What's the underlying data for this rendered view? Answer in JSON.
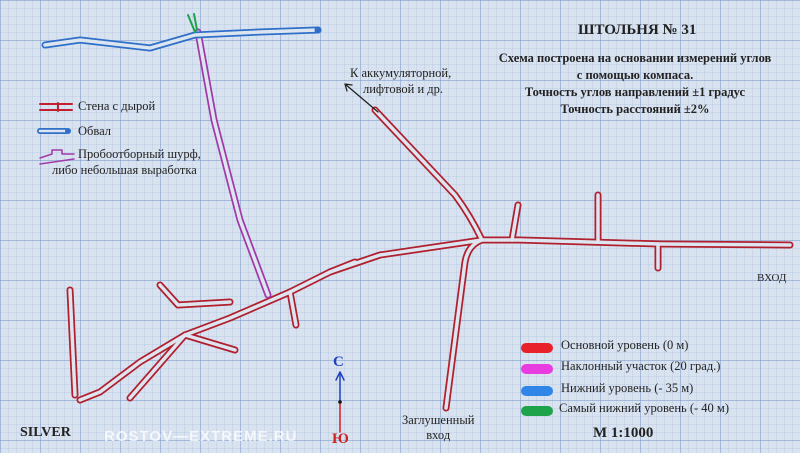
{
  "title": "ШТОЛЬНЯ № 31",
  "description": [
    "Схема построена на основании измерений углов",
    "с помощью компаса.",
    "Точность углов направлений ±1 градус",
    "Точность расстояний ±2%"
  ],
  "symbols_legend": [
    {
      "icon": "wall-with-hole-icon",
      "label": "Стена с дырой"
    },
    {
      "icon": "collapse-icon",
      "label": "Обвал"
    },
    {
      "icon": "test-pit-icon",
      "label": "Пробоотборный шурф,",
      "label2": "либо небольшая выработка"
    }
  ],
  "levels_legend": [
    {
      "color": "#e8202a",
      "label": "Основной уровень (0 м)"
    },
    {
      "color": "#e83ce0",
      "label": "Наклонный участок (20 град.)"
    },
    {
      "color": "#2f86e6",
      "label": "Нижний уровень (- 35 м)"
    },
    {
      "color": "#1fa34a",
      "label": "Самый нижний уровень (- 40 м)"
    }
  ],
  "annotations": {
    "to_battery": [
      "К аккумуляторной,",
      "лифтовой и др."
    ],
    "entrance": "ВХОД",
    "blocked_entrance": [
      "Заглушенный",
      "вход"
    ]
  },
  "compass": {
    "north": "С",
    "south": "Ю"
  },
  "scale": "М 1:1000",
  "author": "SILVER",
  "watermark": "ROSTOV—EXTREME.RU"
}
